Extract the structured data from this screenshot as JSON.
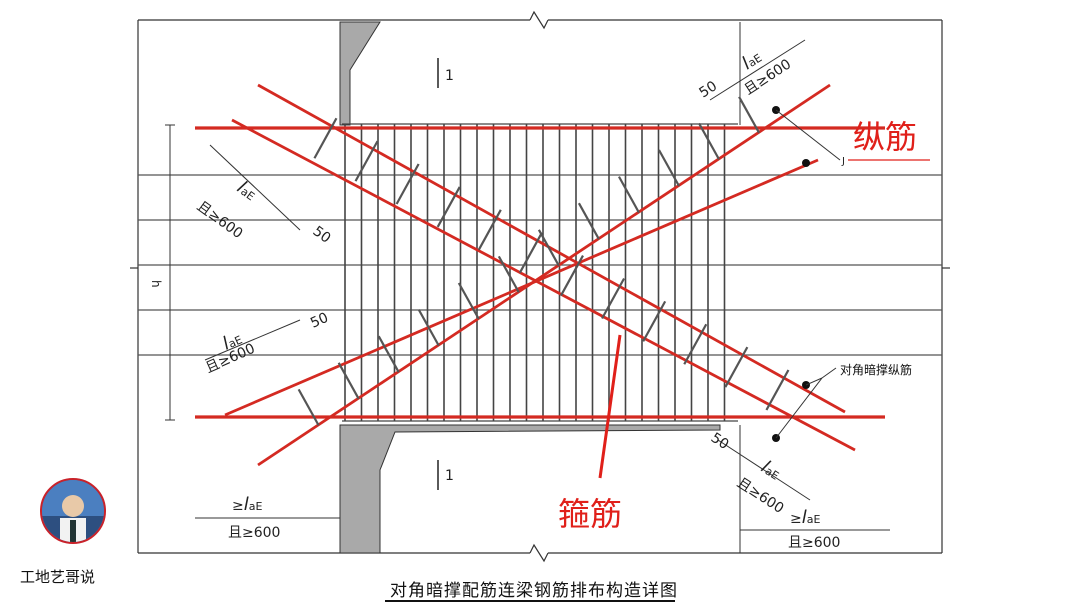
{
  "labels": {
    "longitudinal": "纵筋",
    "stirrup": "箍筋",
    "diagonal_note": "对角暗撑纵筋",
    "lae": "l",
    "lae_sub": "aE",
    "ge600": "且≥600",
    "ge": "≥",
    "fifty": "50",
    "section_mark": "1",
    "h_mark": "h",
    "j_mark": "J"
  },
  "caption": "对角暗撑配筋连梁钢筋排布构造详图",
  "brand": "工地艺哥说",
  "colors": {
    "red_bar": "#d42a22",
    "red_text": "#e0201a",
    "line": "#333333",
    "concrete": "#a9a9a9"
  },
  "icons": [
    "avatar-icon"
  ]
}
